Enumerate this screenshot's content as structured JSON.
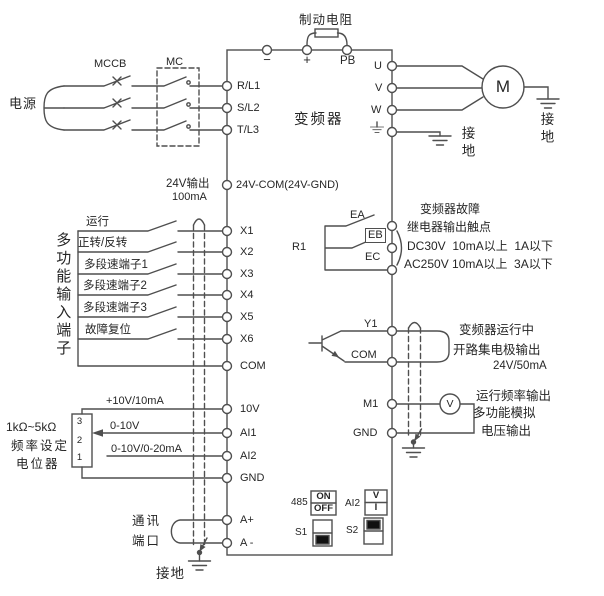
{
  "colors": {
    "line": "#4f4f4f",
    "text": "#262626",
    "background": "#ffffff",
    "switch_fill": "#111111"
  },
  "power": {
    "source": "电源",
    "breaker": "MCCB",
    "contactor": "MC"
  },
  "dc_bus": {
    "brake_resistor": "制动电阻",
    "t_minus": "−",
    "t_plus": "+",
    "t_pb": "PB"
  },
  "inverter": {
    "name": "变频器",
    "ground_label": "接地"
  },
  "mains_terminals": {
    "r": "R/L1",
    "s": "S/L2",
    "t": "T/L3"
  },
  "output_terminals": {
    "u": "U",
    "v": "V",
    "w": "W"
  },
  "motor": {
    "label": "M",
    "ground_label": "接地"
  },
  "supply24": {
    "label": "24V输出",
    "current": "100mA",
    "terminal": "24V-COM(24V-GND)"
  },
  "digital_inputs": {
    "group": "多功能输入端子",
    "items": [
      {
        "name": "运行",
        "terminal": "X1"
      },
      {
        "name": "正转/反转",
        "terminal": "X2"
      },
      {
        "name": "多段速端子1",
        "terminal": "X3"
      },
      {
        "name": "多段速端子2",
        "terminal": "X4"
      },
      {
        "name": "多段速端子3",
        "terminal": "X5"
      },
      {
        "name": "故障复位",
        "terminal": "X6"
      }
    ],
    "common": "COM"
  },
  "relay": {
    "name": "R1",
    "t1": "EA",
    "t2": "EB",
    "t3": "EC",
    "line1": "变频器故障",
    "line2": "继电器输出触点",
    "line3": "DC30V  10mA以上  1A以下",
    "line4": "AC250V 10mA以上  3A以下"
  },
  "oc_output": {
    "t1": "Y1",
    "t2": "COM",
    "line1": "变频器运行中",
    "line2": "开路集电极输出",
    "line3": "24V/50mA"
  },
  "analog_output": {
    "t1": "M1",
    "t2": "GND",
    "meter": "V",
    "line1": "运行频率输出",
    "line2": "多功能模拟",
    "line3": "电压输出"
  },
  "analog_inputs": {
    "wire1": "+10V/10mA",
    "wire2": "0-10V",
    "wire3": "0-10V/0-20mA",
    "t1": "10V",
    "t2": "AI1",
    "t3": "AI2",
    "t4": "GND",
    "pot": {
      "rating": "1kΩ~5kΩ",
      "name1": "频率设定",
      "name2": "电位器",
      "pin3": "3",
      "pin2": "2",
      "pin1": "1"
    }
  },
  "comm": {
    "name1": "通讯",
    "name2": "端口",
    "t1": "A+",
    "t2": "A -",
    "ground_label": "接地"
  },
  "dip": {
    "sw485": "485",
    "on": "ON",
    "off": "OFF",
    "ai2": "AI2",
    "v": "V",
    "i": "I",
    "s1": "S1",
    "s2": "S2"
  }
}
